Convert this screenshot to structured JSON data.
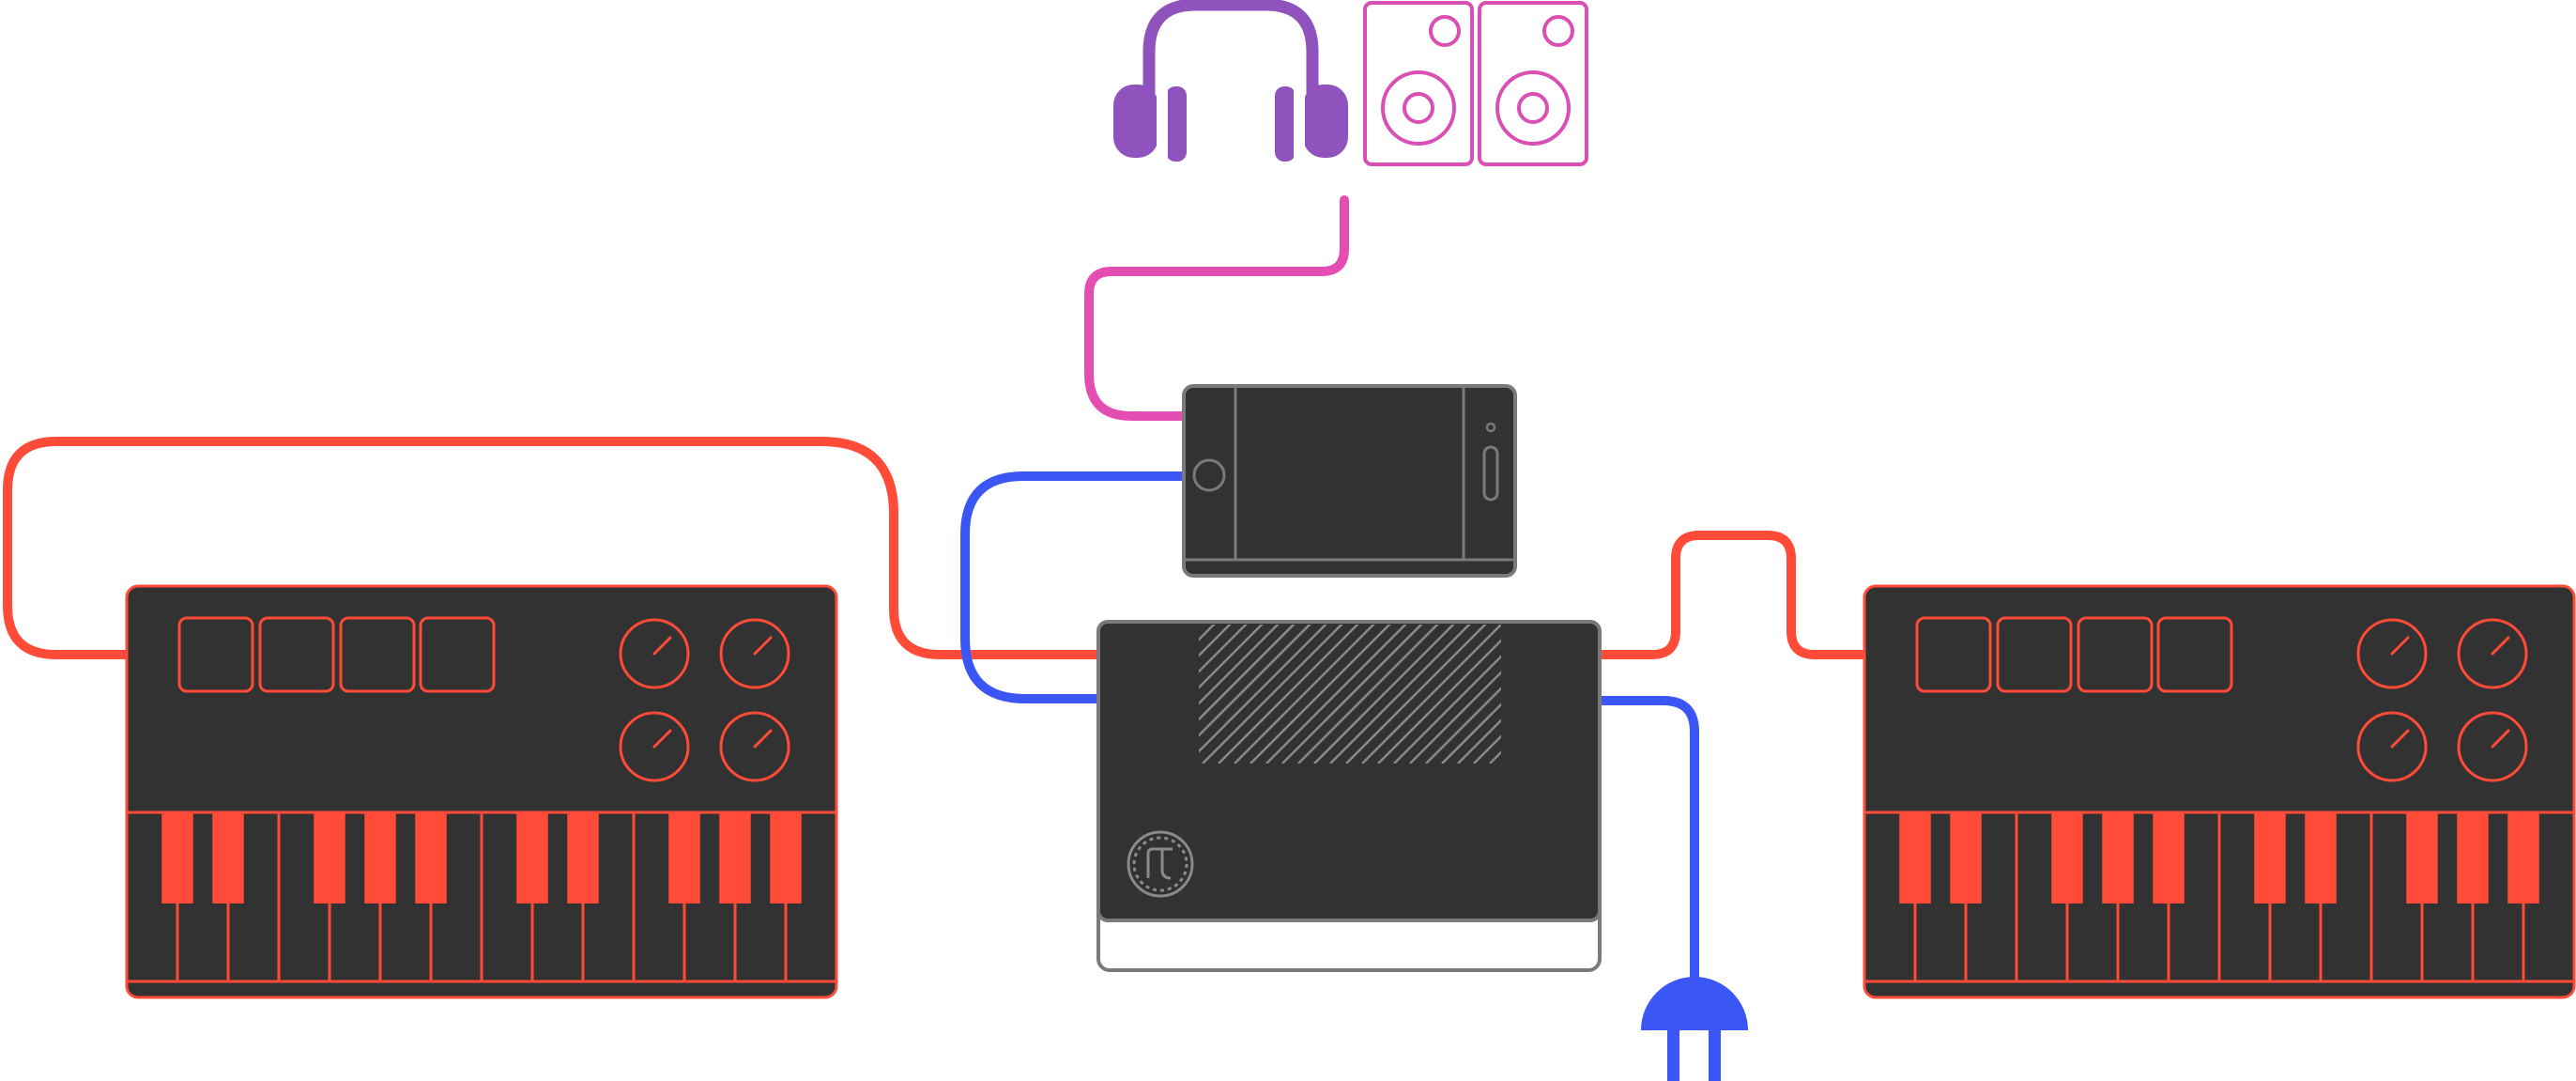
{
  "colors": {
    "background": "#ffffff",
    "device_body": "#323232",
    "device_outline": "#7a7a7a",
    "midi_red": "#ff4b37",
    "usb_blue": "#3a57f6",
    "audio_pink": "#e44eb2",
    "headphones_purple": "#9052bc",
    "speakers_pink": "#d94fb4",
    "white_key": "#323232",
    "black_key": "#ff4b37"
  },
  "icons": {
    "headphones": "headphones-icon",
    "speakers": "speakers-icon",
    "power_plug": "power-plug-icon",
    "logo": "hub-logo-icon"
  },
  "devices": {
    "keyboard_left": {
      "pads": 4,
      "knobs": 4,
      "white_keys": 14
    },
    "keyboard_right": {
      "pads": 4,
      "knobs": 4,
      "white_keys": 14
    },
    "phone": "phone",
    "hub": "hub",
    "speakers": 2
  }
}
